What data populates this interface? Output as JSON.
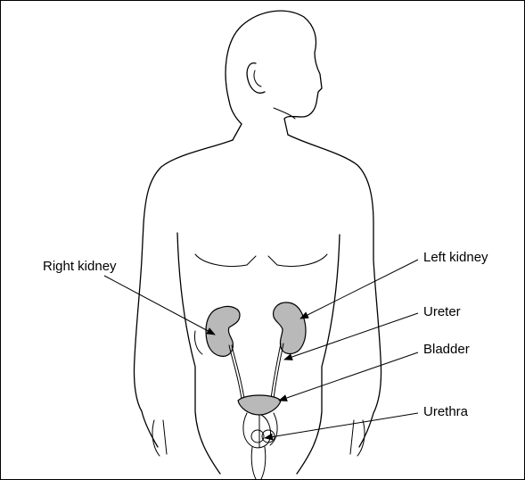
{
  "labels": {
    "right_kidney": "Right kidney",
    "left_kidney": "Left kidney",
    "ureter": "Ureter",
    "bladder": "Bladder",
    "urethra": "Urethra"
  },
  "colors": {
    "outline": "#000000",
    "organ_fill": "#b9b9b9",
    "background": "#ffffff"
  }
}
